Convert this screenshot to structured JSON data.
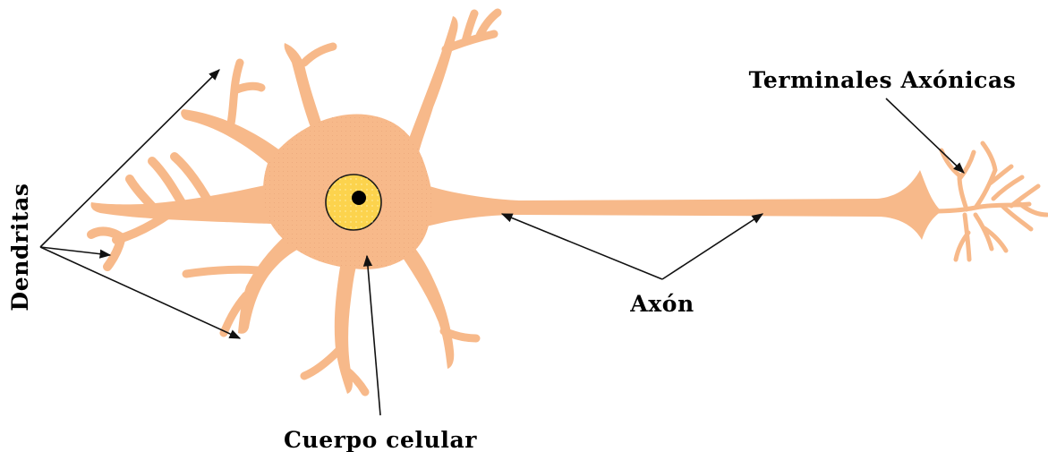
{
  "labels": {
    "dendrites": "Dendritas",
    "cell_body": "Cuerpo celular",
    "axon": "Axón",
    "axon_terminals": "Terminales Axónicas"
  },
  "colors": {
    "neuron_fill": "#f7b98a",
    "nucleus_fill": "#fcd34d",
    "nucleus_outline": "#1a1a1a",
    "nucleolus": "#000000",
    "text": "#000000",
    "arrow": "#111111"
  }
}
